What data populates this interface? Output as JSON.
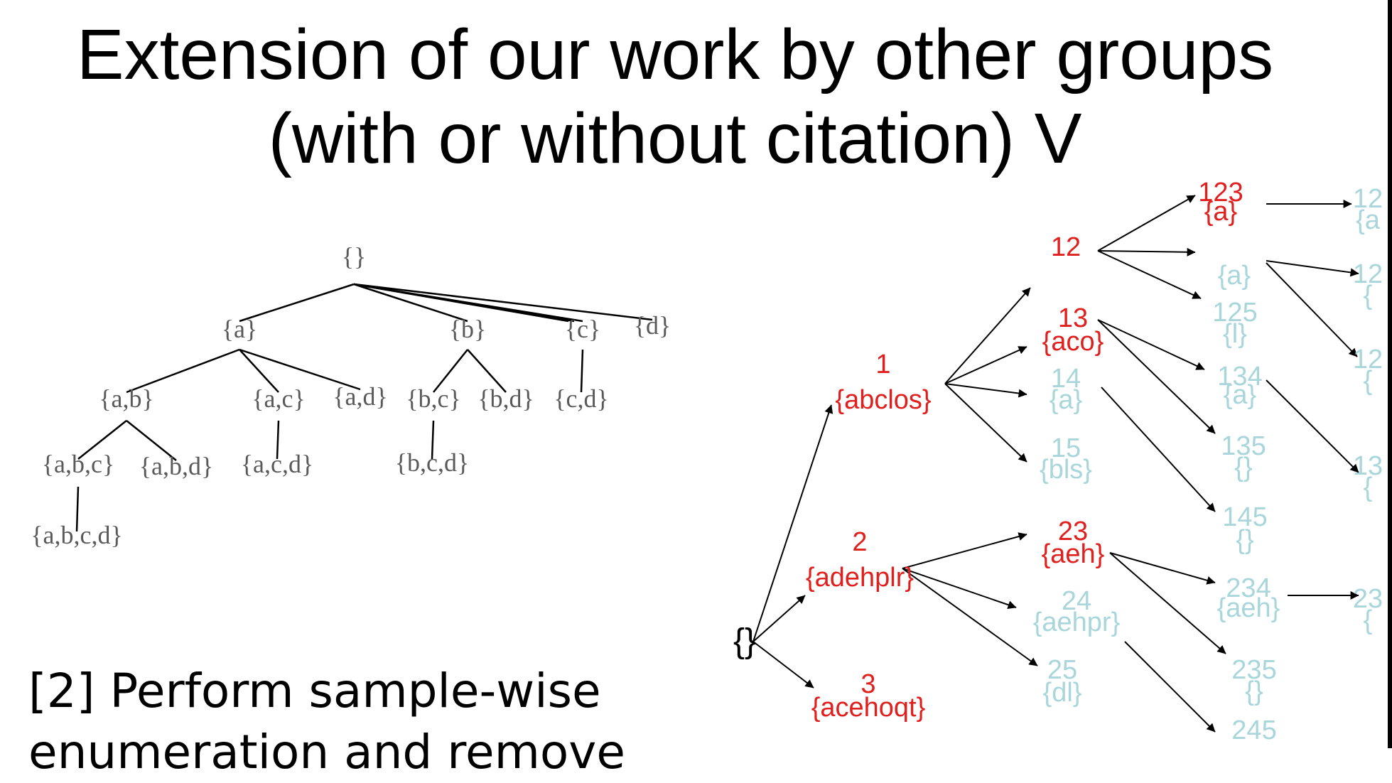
{
  "title": {
    "line1": "Extension of our work by other groups",
    "line2": "(with or without citation) V"
  },
  "caption": {
    "line1": "[2] Perform sample-wise",
    "line2": "enumeration and remove"
  },
  "colors": {
    "highlight": "#e0201e",
    "faded": "#a9d6db",
    "line": "#000000",
    "left_text": "#5a5a5a"
  },
  "left_tree": {
    "nodes": [
      {
        "id": "root",
        "label": "{}"
      },
      {
        "id": "a",
        "label": "{a}"
      },
      {
        "id": "b",
        "label": "{b}"
      },
      {
        "id": "c",
        "label": "{c}"
      },
      {
        "id": "d",
        "label": "{d}"
      },
      {
        "id": "ab",
        "label": "{a,b}"
      },
      {
        "id": "ac",
        "label": "{a,c}"
      },
      {
        "id": "ad",
        "label": "{a,d}"
      },
      {
        "id": "bc",
        "label": "{b,c}"
      },
      {
        "id": "bd",
        "label": "{b,d}"
      },
      {
        "id": "cd",
        "label": "{c,d}"
      },
      {
        "id": "abc",
        "label": "{a,b,c}"
      },
      {
        "id": "abd",
        "label": "{a,b,d}"
      },
      {
        "id": "acd",
        "label": "{a,c,d}"
      },
      {
        "id": "bcd",
        "label": "{b,c,d}"
      },
      {
        "id": "abcd",
        "label": "{a,b,c,d}"
      }
    ]
  },
  "right_tree": {
    "nodes": [
      {
        "id": "root",
        "label": "{}"
      },
      {
        "id": "n1",
        "num": "1",
        "set": "{abclos}",
        "status": "highlight"
      },
      {
        "id": "n2",
        "num": "2",
        "set": "{adehplr}",
        "status": "highlight"
      },
      {
        "id": "n3",
        "num": "3",
        "set": "{acehoqt}",
        "status": "highlight"
      },
      {
        "id": "n12",
        "num": "12",
        "set": "",
        "status": "highlight"
      },
      {
        "id": "n13",
        "num": "13",
        "set": "{aco}",
        "status": "highlight"
      },
      {
        "id": "n14",
        "num": "14",
        "set": "{a}",
        "status": "faded"
      },
      {
        "id": "n15",
        "num": "15",
        "set": "{bls}",
        "status": "faded"
      },
      {
        "id": "n23",
        "num": "23",
        "set": "{aeh}",
        "status": "highlight"
      },
      {
        "id": "n24",
        "num": "24",
        "set": "{aehpr}",
        "status": "faded"
      },
      {
        "id": "n25",
        "num": "25",
        "set": "{dl}",
        "status": "faded"
      },
      {
        "id": "n123",
        "num": "123",
        "set": "{a}",
        "status": "highlight"
      },
      {
        "id": "n124",
        "num": "",
        "set": "{a}",
        "status": "faded"
      },
      {
        "id": "n125",
        "num": "125",
        "set": "{l}",
        "status": "faded"
      },
      {
        "id": "n134",
        "num": "134",
        "set": "{a}",
        "status": "faded"
      },
      {
        "id": "n135",
        "num": "135",
        "set": "{}",
        "status": "faded"
      },
      {
        "id": "n145",
        "num": "145",
        "set": "{}",
        "status": "faded"
      },
      {
        "id": "n234",
        "num": "234",
        "set": "{aeh}",
        "status": "faded"
      },
      {
        "id": "n235",
        "num": "235",
        "set": "{}",
        "status": "faded"
      },
      {
        "id": "n245",
        "num": "245",
        "set": "",
        "status": "faded"
      },
      {
        "id": "e1",
        "num": "12",
        "set": "{a",
        "status": "faded"
      },
      {
        "id": "e2",
        "num": "12",
        "set": "{",
        "status": "faded"
      },
      {
        "id": "e3",
        "num": "12",
        "set": "{",
        "status": "faded"
      },
      {
        "id": "e4",
        "num": "13",
        "set": "{",
        "status": "faded"
      },
      {
        "id": "e5",
        "num": "23",
        "set": "{",
        "status": "faded"
      }
    ]
  }
}
